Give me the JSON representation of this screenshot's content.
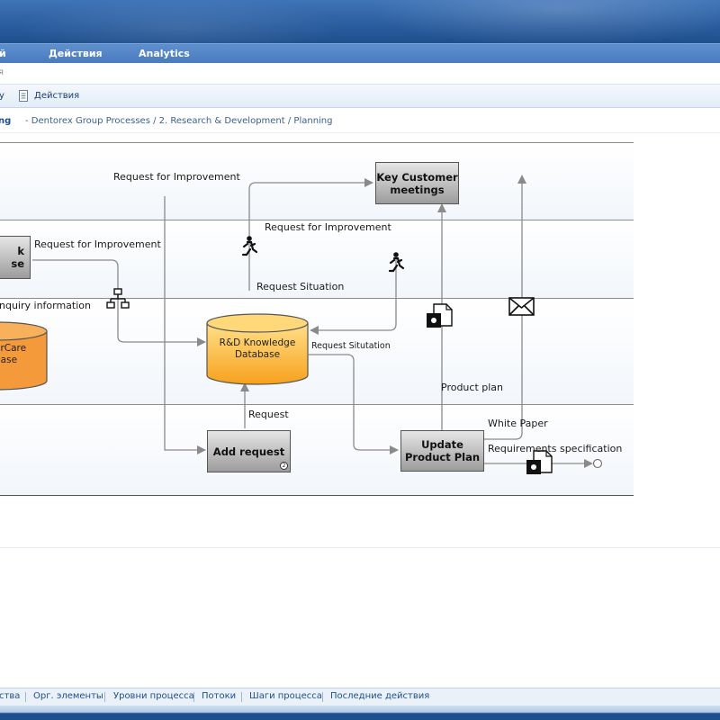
{
  "nav": {
    "items": [
      {
        "label": "й"
      },
      {
        "label": "Действия"
      },
      {
        "label": "Analytics"
      }
    ]
  },
  "breadcrumb_top": "я",
  "toolbar": {
    "left_label": "у",
    "actions_label": "Действия"
  },
  "path": {
    "title": "ng",
    "path_text": "- Dentorex Group Processes / 2. Research & Development / Planning"
  },
  "diagram": {
    "labels": {
      "req_impr_top": "Request for Improvement",
      "req_impr_lane2": "Request for Improvement",
      "req_impr_mid": "Request for Improvement",
      "inquiry": "nquiry information",
      "request_situation": "Request Situation",
      "request_situtation_small": "Request Situtation",
      "request": "Request",
      "product_plan": "Product plan",
      "white_paper": "White Paper",
      "requirements_spec": "Requirements specification"
    },
    "boxes": {
      "key_customer": "Key Customer\nmeetings",
      "left_box": "k\nse",
      "add_request": "Add request",
      "update_plan": "Update\nProduct Plan"
    },
    "databases": {
      "rd_kb": "R&D Knowledge\nDatabase",
      "customercare": "erCare\nbase"
    },
    "colors": {
      "db_fill_top": "#ffe08a",
      "db_fill_bottom": "#f7a11c",
      "db_left_fill": "#f59a3a",
      "box_fill": "#b5b5b5",
      "arrow": "#8a8a8a"
    },
    "icons": [
      "running-person-icon",
      "network-icon",
      "document-icon",
      "envelope-icon"
    ]
  },
  "bottom_tabs": [
    {
      "label": "ства"
    },
    {
      "label": "Орг. элементы"
    },
    {
      "label": "Уровни процесса"
    },
    {
      "label": "Потоки"
    },
    {
      "label": "Шаги процесса"
    },
    {
      "label": "Последние действия"
    }
  ]
}
